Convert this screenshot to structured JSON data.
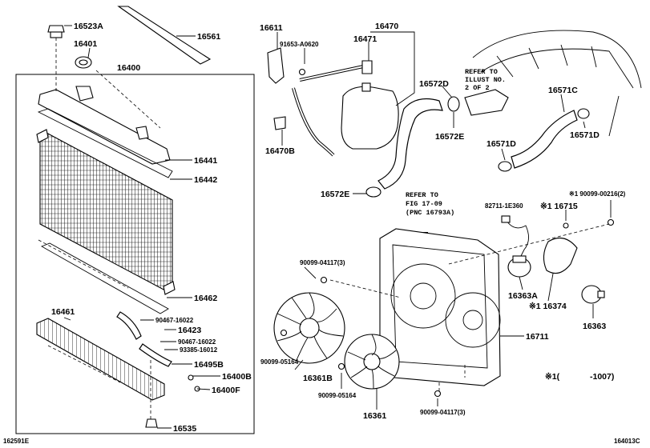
{
  "corner_codes": {
    "left": "162591E",
    "right": "164013C"
  },
  "callouts": {
    "p16523A": "16523A",
    "p16401": "16401",
    "p16561": "16561",
    "p16400": "16400",
    "p16441": "16441",
    "p16442": "16442",
    "p16462": "16462",
    "p16461": "16461",
    "p90467_16022a": "90467-16022",
    "p16423": "16423",
    "p90467_16022b": "90467-16022",
    "p93385_16012": "93385-16012",
    "p16495B": "16495B",
    "p16400B": "16400B",
    "p16400F": "16400F",
    "p16535": "16535",
    "p16611": "16611",
    "p91653_A0620": "91653-A0620",
    "p16470": "16470",
    "p16471": "16471",
    "p16470B": "16470B",
    "p16572D": "16572D",
    "p16572E_a": "16572E",
    "p16572E_b": "16572E",
    "p16571C": "16571C",
    "p16571D_a": "16571D",
    "p16571D_b": "16571D",
    "p82711_1E360": "82711-1E360",
    "p16715": "※1 16715",
    "p90099_00216": "※1 90099-00216(2)",
    "p16363A": "16363A",
    "p16374": "※1 16374",
    "p16363": "16363",
    "p16711": "16711",
    "p90099_04117a": "90099-04117(3)",
    "p90099_05164a": "90099-05164",
    "p16361B": "16361B",
    "p90099_05164b": "90099-05164",
    "p16361": "16361",
    "p90099_04117b": "90099-04117(3)"
  },
  "notes": {
    "refer_illust": [
      "REFER TO",
      "ILLUST NO.",
      "2 OF 2"
    ],
    "refer_fig": [
      "REFER TO",
      "FIG 17-09",
      "(PNC 16793A)"
    ],
    "footnote_mark": "※1(",
    "footnote_range": "-1007)"
  }
}
